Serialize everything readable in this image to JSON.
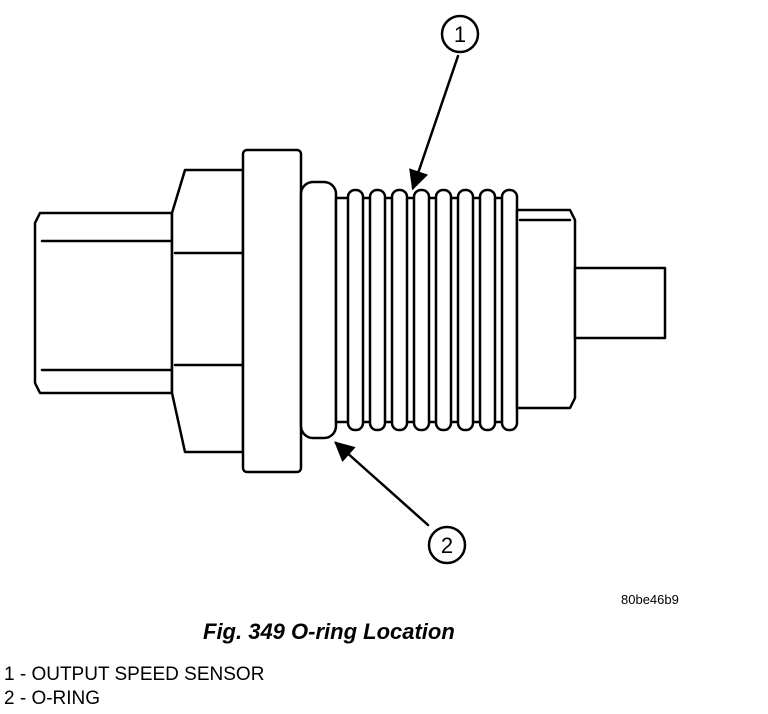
{
  "callouts": [
    {
      "number": "1"
    },
    {
      "number": "2"
    }
  ],
  "image_code": "80be46b9",
  "caption": "Fig. 349 O-ring Location",
  "legend": [
    {
      "text": "1 - OUTPUT SPEED SENSOR"
    },
    {
      "text": "2 - O-RING"
    }
  ]
}
